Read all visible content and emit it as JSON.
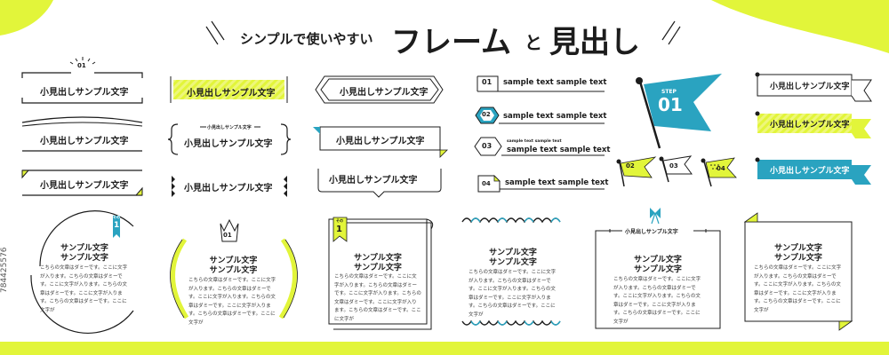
{
  "header": {
    "title_left": "シンプルで使いやすい",
    "title_big": "フレーム",
    "title_to": "と",
    "title_end": "見出し"
  },
  "label": "小見出しサンプル文字",
  "sample_text": "sample text sample text",
  "sample_text_small": "sample text sample text",
  "numbers": {
    "n01": "01",
    "n02": "02",
    "n03": "03",
    "n04": "04",
    "step": "STEP",
    "step_num": "01",
    "sono": "その",
    "one": "1"
  },
  "card": {
    "title1": "サンプル文字",
    "title2": "サンプル文字",
    "body": "こちらの文章はダミーです。ここに文字が入ります。こちらの文章はダミーです。ここに文字が入ります。こちらの文章はダミーです。ここに文字が入ります。こちらの文章はダミーです。ここに文字が"
  },
  "side_id": "784425576",
  "colors": {
    "lime": "#e2f53a",
    "teal": "#2aa3c0",
    "ink": "#1c1c1c"
  }
}
